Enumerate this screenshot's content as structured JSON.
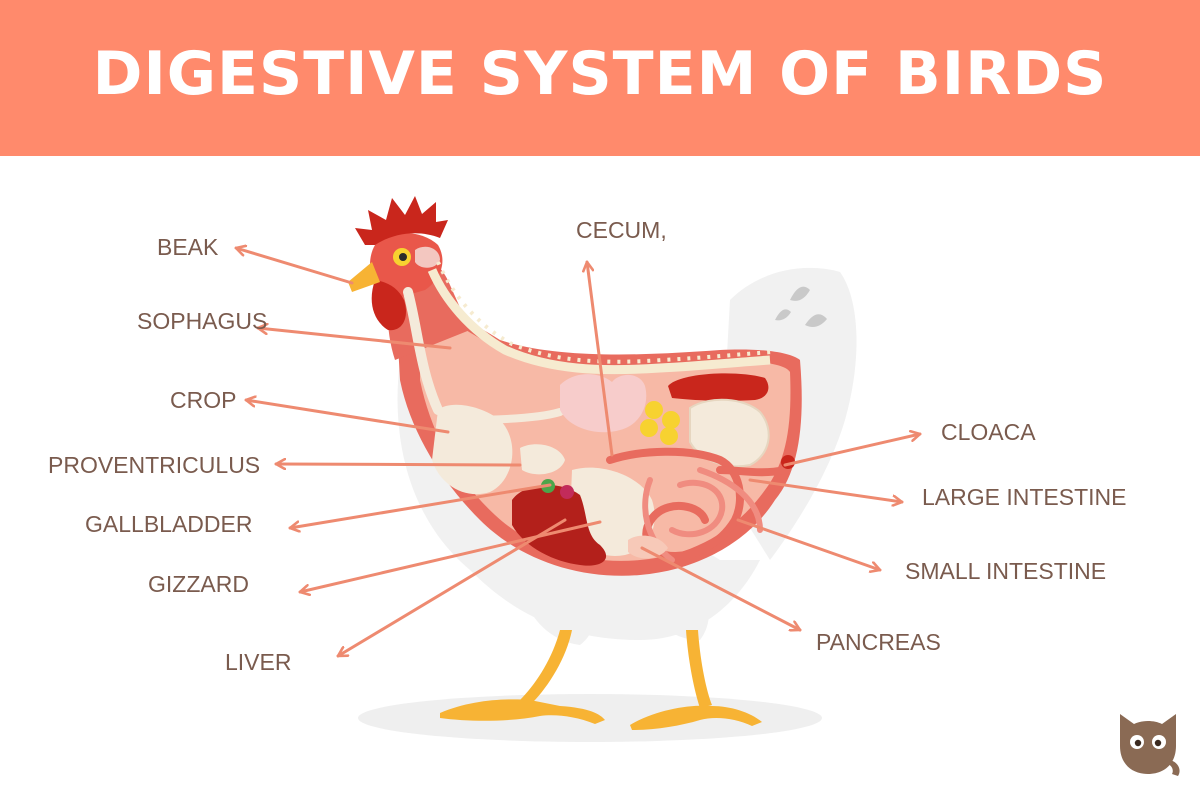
{
  "title": "DIGESTIVE SYSTEM OF BIRDS",
  "colors": {
    "banner": "#FF8A6C",
    "label_text": "#7A5B4E",
    "arrow": "#EE8A70",
    "comb": "#C9261C",
    "body_cut": "#E86B5E",
    "body_inner": "#F7B9A6",
    "feathers": "#F1F1F1",
    "legs": "#F7B334",
    "organs_light": "#F4EADB",
    "liver": "#B3201B",
    "fat": "#F7D230",
    "mascot": "#8A6A54"
  },
  "labels": {
    "beak": "BEAK",
    "sophagus": "SOPHAGUS",
    "crop": "CROP",
    "proventriculus": "PROVENTRICULUS",
    "gallbladder": "GALLBLADDER",
    "gizzard": "GIZZARD",
    "liver": "LIVER",
    "cecum": "CECUM,",
    "cloaca": "CLOACA",
    "large_intestine": "LARGE INTESTINE",
    "small_intestine": "SMALL INTESTINE",
    "pancreas": "PANCREAS"
  },
  "icons": {
    "mascot": "cat-logo-icon",
    "arrow": "arrow-icon"
  }
}
